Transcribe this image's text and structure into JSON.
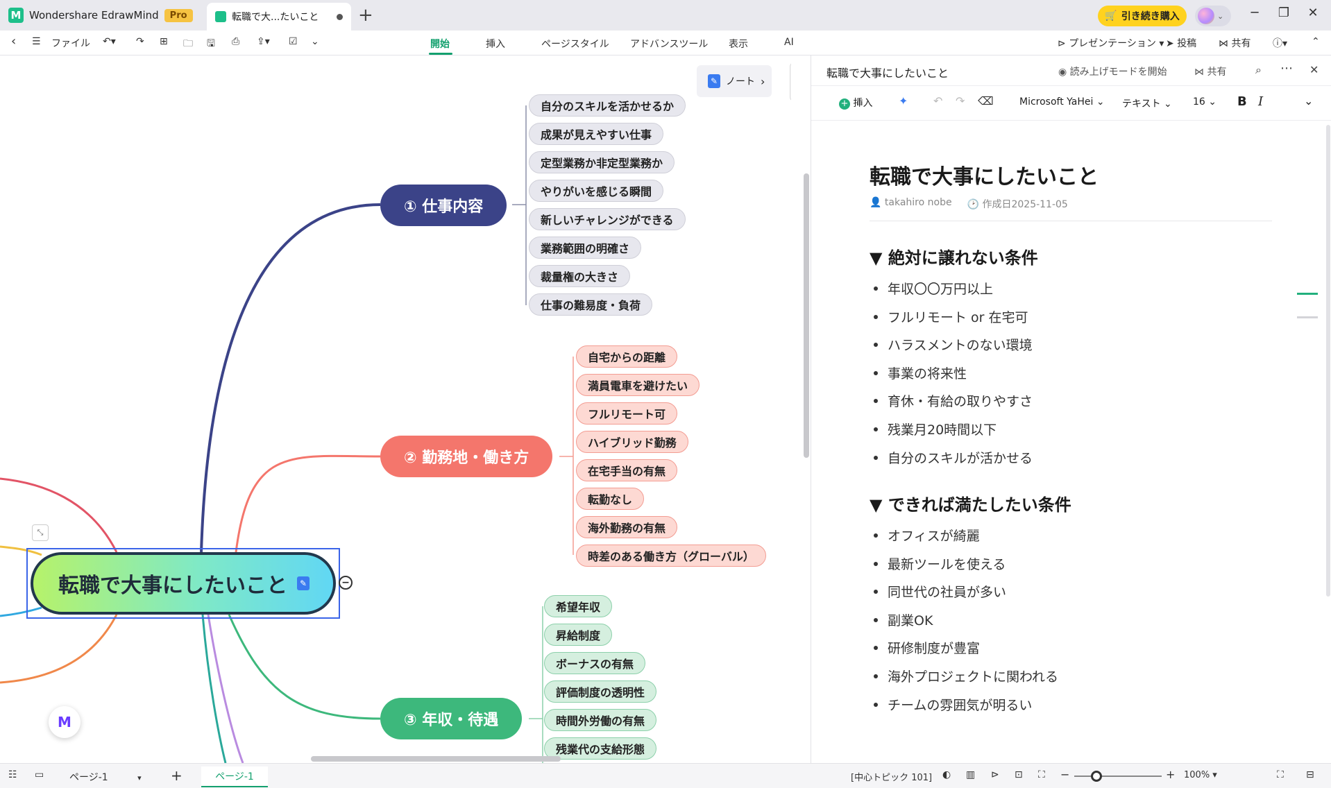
{
  "titlebar": {
    "app_name": "Wondershare EdrawMind",
    "pro_badge": "Pro",
    "doc_tab": "転職で大...たいこと",
    "buy_label": "引き続き購入"
  },
  "toolbar": {
    "file_label": "ファイル",
    "menus": [
      "開始",
      "挿入",
      "ページスタイル",
      "アドバンスツール",
      "表示",
      "AI"
    ],
    "presentation": "プレゼンテーション",
    "post": "投稿",
    "share": "共有"
  },
  "canvas": {
    "note_btn": "ノート",
    "root": "転職で大事にしたいこと",
    "branches": [
      {
        "label": "① 仕事内容",
        "color": "#3b4388",
        "children": [
          "自分のスキルを活かせるか",
          "成果が見えやすい仕事",
          "定型業務か非定型業務か",
          "やりがいを感じる瞬間",
          "新しいチャレンジができる",
          "業務範囲の明確さ",
          "裁量権の大きさ",
          "仕事の難易度・負荷"
        ]
      },
      {
        "label": "② 勤務地・働き方",
        "color": "#f4766c",
        "children": [
          "自宅からの距離",
          "満員電車を避けたい",
          "フルリモート可",
          "ハイブリッド勤務",
          "在宅手当の有無",
          "転勤なし",
          "海外勤務の有無",
          "時差のある働き方（グローバル）"
        ]
      },
      {
        "label": "③ 年収・待遇",
        "color": "#3db87c",
        "children": [
          "希望年収",
          "昇給制度",
          "ボーナスの有無",
          "評価制度の透明性",
          "時間外労働の有無",
          "残業代の支給形態"
        ]
      }
    ]
  },
  "panel": {
    "header_title": "転職で大事にしたいこと",
    "read_aloud": "読み上げモードを開始",
    "share": "共有",
    "insert": "挿入",
    "font_name": "Microsoft YaHei",
    "text_style": "テキスト",
    "font_size": "16",
    "bold": "B",
    "italic": "I",
    "doc_title": "転職で大事にしたいこと",
    "author": "takahiro nobe",
    "created": "作成日2025-11-05",
    "section1": {
      "heading": "▼ 絶対に譲れない条件",
      "items": [
        "年収〇〇万円以上",
        "フルリモート or 在宅可",
        "ハラスメントのない環境",
        "事業の将来性",
        "育休・有給の取りやすさ",
        "残業月20時間以下",
        "自分のスキルが活かせる"
      ]
    },
    "section2": {
      "heading": "▼ できれば満たしたい条件",
      "items": [
        "オフィスが綺麗",
        "最新ツールを使える",
        "同世代の社員が多い",
        "副業OK",
        "研修制度が豊富",
        "海外プロジェクトに関われる",
        "チームの雰囲気が明るい"
      ]
    }
  },
  "statusbar": {
    "page_select": "ページ-1",
    "page_tab": "ページ-1",
    "topic_count": "[中心トピック 101]",
    "zoom": "100%"
  }
}
